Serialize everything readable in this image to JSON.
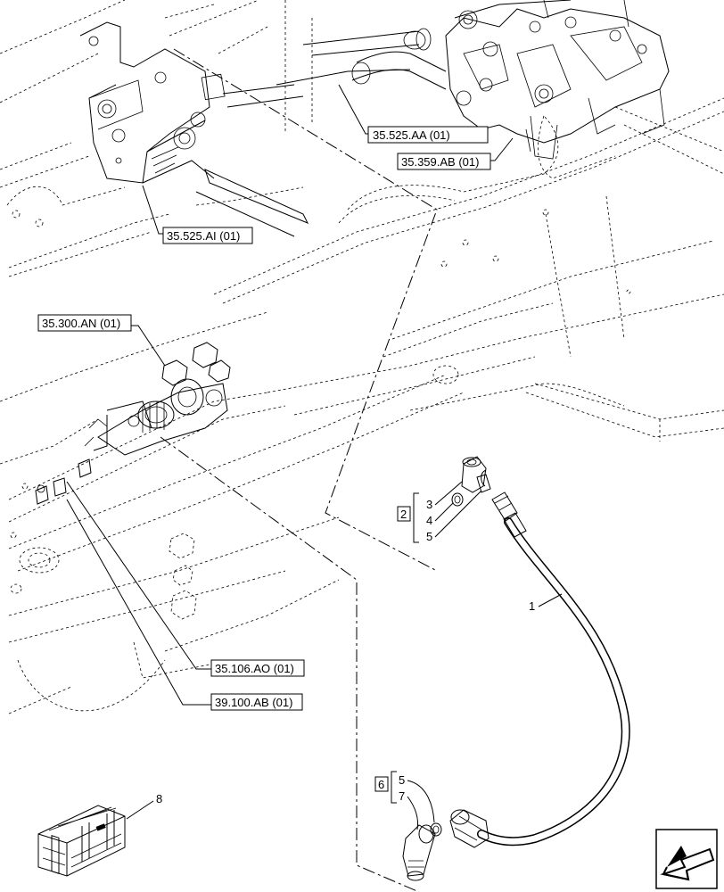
{
  "references": {
    "r1": "35.525.AA (01)",
    "r2": "35.359.AB (01)",
    "r3": "35.525.AI (01)",
    "r4": "35.300.AN (01)",
    "r5": "35.106.AO (01)",
    "r6": "39.100.AB (01)"
  },
  "callouts": {
    "hose": "1",
    "kit_top": "2",
    "kit_top_items": [
      "3",
      "4",
      "5"
    ],
    "kit_bottom": "6",
    "kit_bottom_items": [
      "5",
      "7"
    ],
    "crate": "8"
  },
  "icons": {
    "nav_arrow": "arrow-icon",
    "crate": "crate-icon"
  }
}
